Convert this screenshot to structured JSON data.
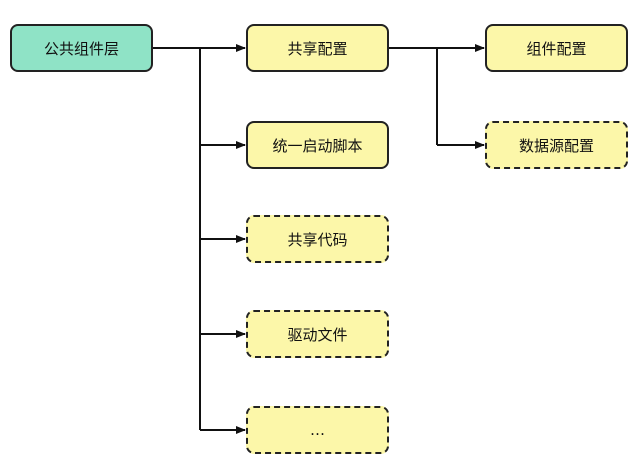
{
  "diagram": {
    "root": {
      "label": "公共组件层",
      "color": "#8fe3c6",
      "border": "solid"
    },
    "children": [
      {
        "label": "共享配置",
        "color": "#fcf7a9",
        "border": "solid"
      },
      {
        "label": "统一启动脚本",
        "color": "#fcf7a9",
        "border": "solid"
      },
      {
        "label": "共享代码",
        "color": "#fcf7a9",
        "border": "dashed"
      },
      {
        "label": "驱动文件",
        "color": "#fcf7a9",
        "border": "dashed"
      },
      {
        "label": "…",
        "color": "#fcf7a9",
        "border": "dashed"
      }
    ],
    "grandchildren": [
      {
        "label": "组件配置",
        "color": "#fcf7a9",
        "border": "solid"
      },
      {
        "label": "数据源配置",
        "color": "#fcf7a9",
        "border": "dashed"
      }
    ]
  }
}
